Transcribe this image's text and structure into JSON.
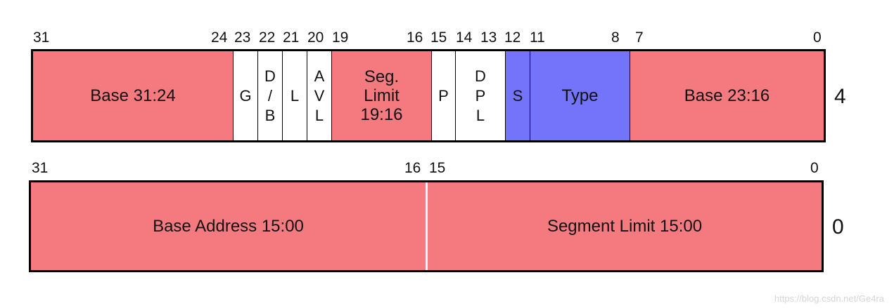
{
  "top_row": {
    "bit_numbers": [
      "31",
      "24",
      "23",
      "22",
      "21",
      "20",
      "19",
      "16",
      "15",
      "14",
      "13",
      "12",
      "11",
      "8",
      "7",
      "0"
    ],
    "fields": [
      {
        "label": "Base 31:24",
        "color": "#f47a80"
      },
      {
        "label": "G",
        "color": "#ffffff"
      },
      {
        "label": "D\n/\nB",
        "color": "#ffffff"
      },
      {
        "label": "L",
        "color": "#ffffff"
      },
      {
        "label": "A\nV\nL",
        "color": "#ffffff"
      },
      {
        "label": "Seg.\nLimit\n19:16",
        "color": "#f47a80"
      },
      {
        "label": "P",
        "color": "#ffffff"
      },
      {
        "label": "D\nP\nL",
        "color": "#ffffff"
      },
      {
        "label": "S",
        "color": "#7474fa"
      },
      {
        "label": "Type",
        "color": "#7474fa"
      },
      {
        "label": "Base 23:16",
        "color": "#f47a80"
      }
    ],
    "row_label": "4"
  },
  "bottom_row": {
    "bit_numbers": [
      "31",
      "16",
      "15",
      "0"
    ],
    "fields": [
      {
        "label": "Base Address 15:00",
        "color": "#f47a80"
      },
      {
        "label": "Segment Limit 15:00",
        "color": "#f47a80"
      }
    ],
    "row_label": "0"
  },
  "watermark": "https://blog.csdn.net/Ge4ra"
}
